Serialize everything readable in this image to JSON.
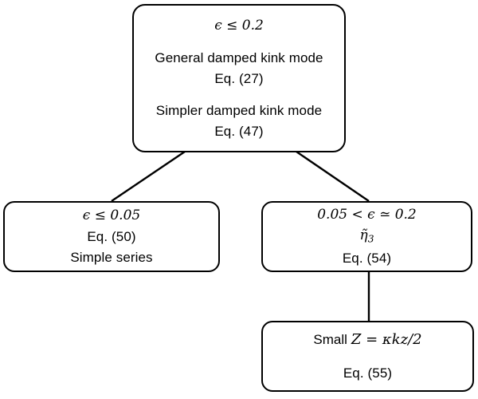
{
  "diagram": {
    "type": "flowchart",
    "title": "Damped kink mode approximation regimes",
    "background_color": "#ffffff",
    "stroke_color": "#000000",
    "nodes": [
      {
        "id": "root",
        "lines": [
          "ϵ ≤ 0.2",
          "General damped kink mode",
          "Eq. (27)",
          "Simpler damped kink mode",
          "Eq. (47)"
        ]
      },
      {
        "id": "left",
        "lines": [
          "ϵ ≤ 0.05",
          "Eq. (50)",
          "Simple series"
        ]
      },
      {
        "id": "right",
        "lines": [
          "0.05 < ϵ ≃ 0.2",
          "η̅3",
          "Eq. (54)"
        ]
      },
      {
        "id": "bottom",
        "lines": [
          "Small  Z = κkz/2",
          "Eq. (55)"
        ]
      }
    ],
    "edges": [
      {
        "from": "root",
        "to": "left",
        "style": "diagonal"
      },
      {
        "from": "root",
        "to": "right",
        "style": "diagonal"
      },
      {
        "from": "right",
        "to": "bottom",
        "style": "vertical"
      }
    ]
  },
  "root": {
    "condition": "ϵ ≤ 0.2",
    "general_label": "General damped kink mode",
    "general_eq": "Eq. (27)",
    "simpler_label": "Simpler damped kink mode",
    "simpler_eq": "Eq. (47)"
  },
  "left": {
    "condition": "ϵ ≤ 0.05",
    "eq": "Eq. (50)",
    "method": "Simple series"
  },
  "right": {
    "condition_lhs": "0.05 < ",
    "condition_eps": "ϵ",
    "condition_rhs": " ≃ 0.2",
    "condition_full": "0.05 < ϵ ≃ 0.2",
    "eta_symbol": "η̃",
    "eta_subscript": "3",
    "eq": "Eq. (54)"
  },
  "bottom": {
    "small_word": "Small",
    "expression": "Z = κkz/2",
    "expr_var": "Z",
    "expr_equals": " = ",
    "expr_rhs": "κkz/2",
    "eq": "Eq. (55)"
  }
}
